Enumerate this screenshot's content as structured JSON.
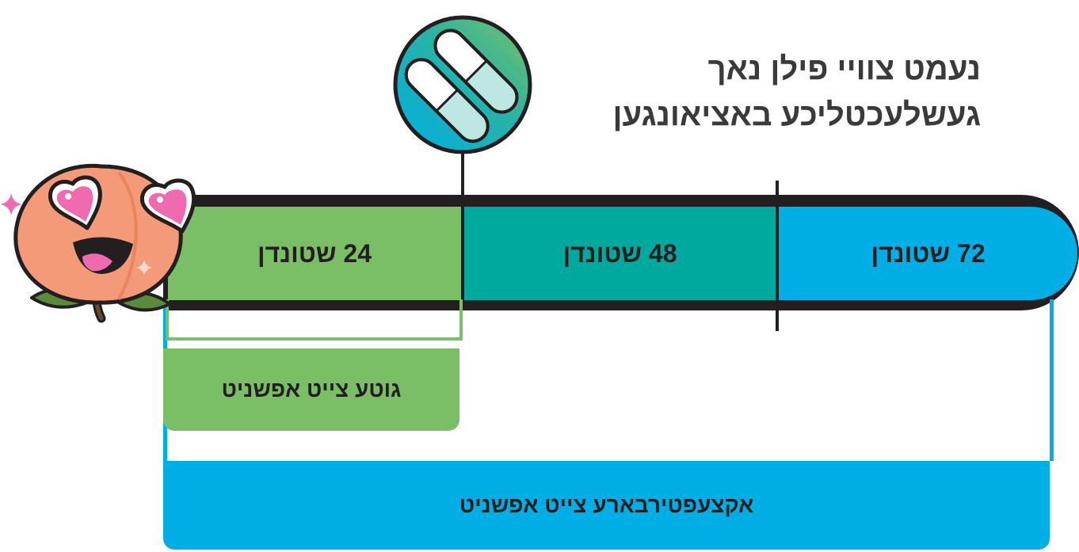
{
  "heading": {
    "line1": "נעמט צוויי פילן נאך",
    "line2": "געשלעכטליכע באציאונגען"
  },
  "timeline": {
    "segments": [
      {
        "label": "24 שטונדן",
        "color": "#7abf66"
      },
      {
        "label": "48 שטונדן",
        "color": "#00a99d"
      },
      {
        "label": "72 שטונדן",
        "color": "#00aee6"
      }
    ]
  },
  "ranges": {
    "best": {
      "label": "גוטע צייט אפשניט",
      "color": "#7abf66"
    },
    "acceptable": {
      "label": "אקצעפטירבארע צייט אפשניט",
      "color": "#00aee6"
    }
  },
  "icons": {
    "badge": "two-pills-icon",
    "mascot": "peach-heart-eyes-mascot-icon",
    "sparkle": "sparkle-icon"
  },
  "colors": {
    "text": "#231f20",
    "green": "#7abf66",
    "teal": "#00a99d",
    "blue": "#00aee6",
    "peach": "#f59a78",
    "heart": "#f06ab0"
  }
}
